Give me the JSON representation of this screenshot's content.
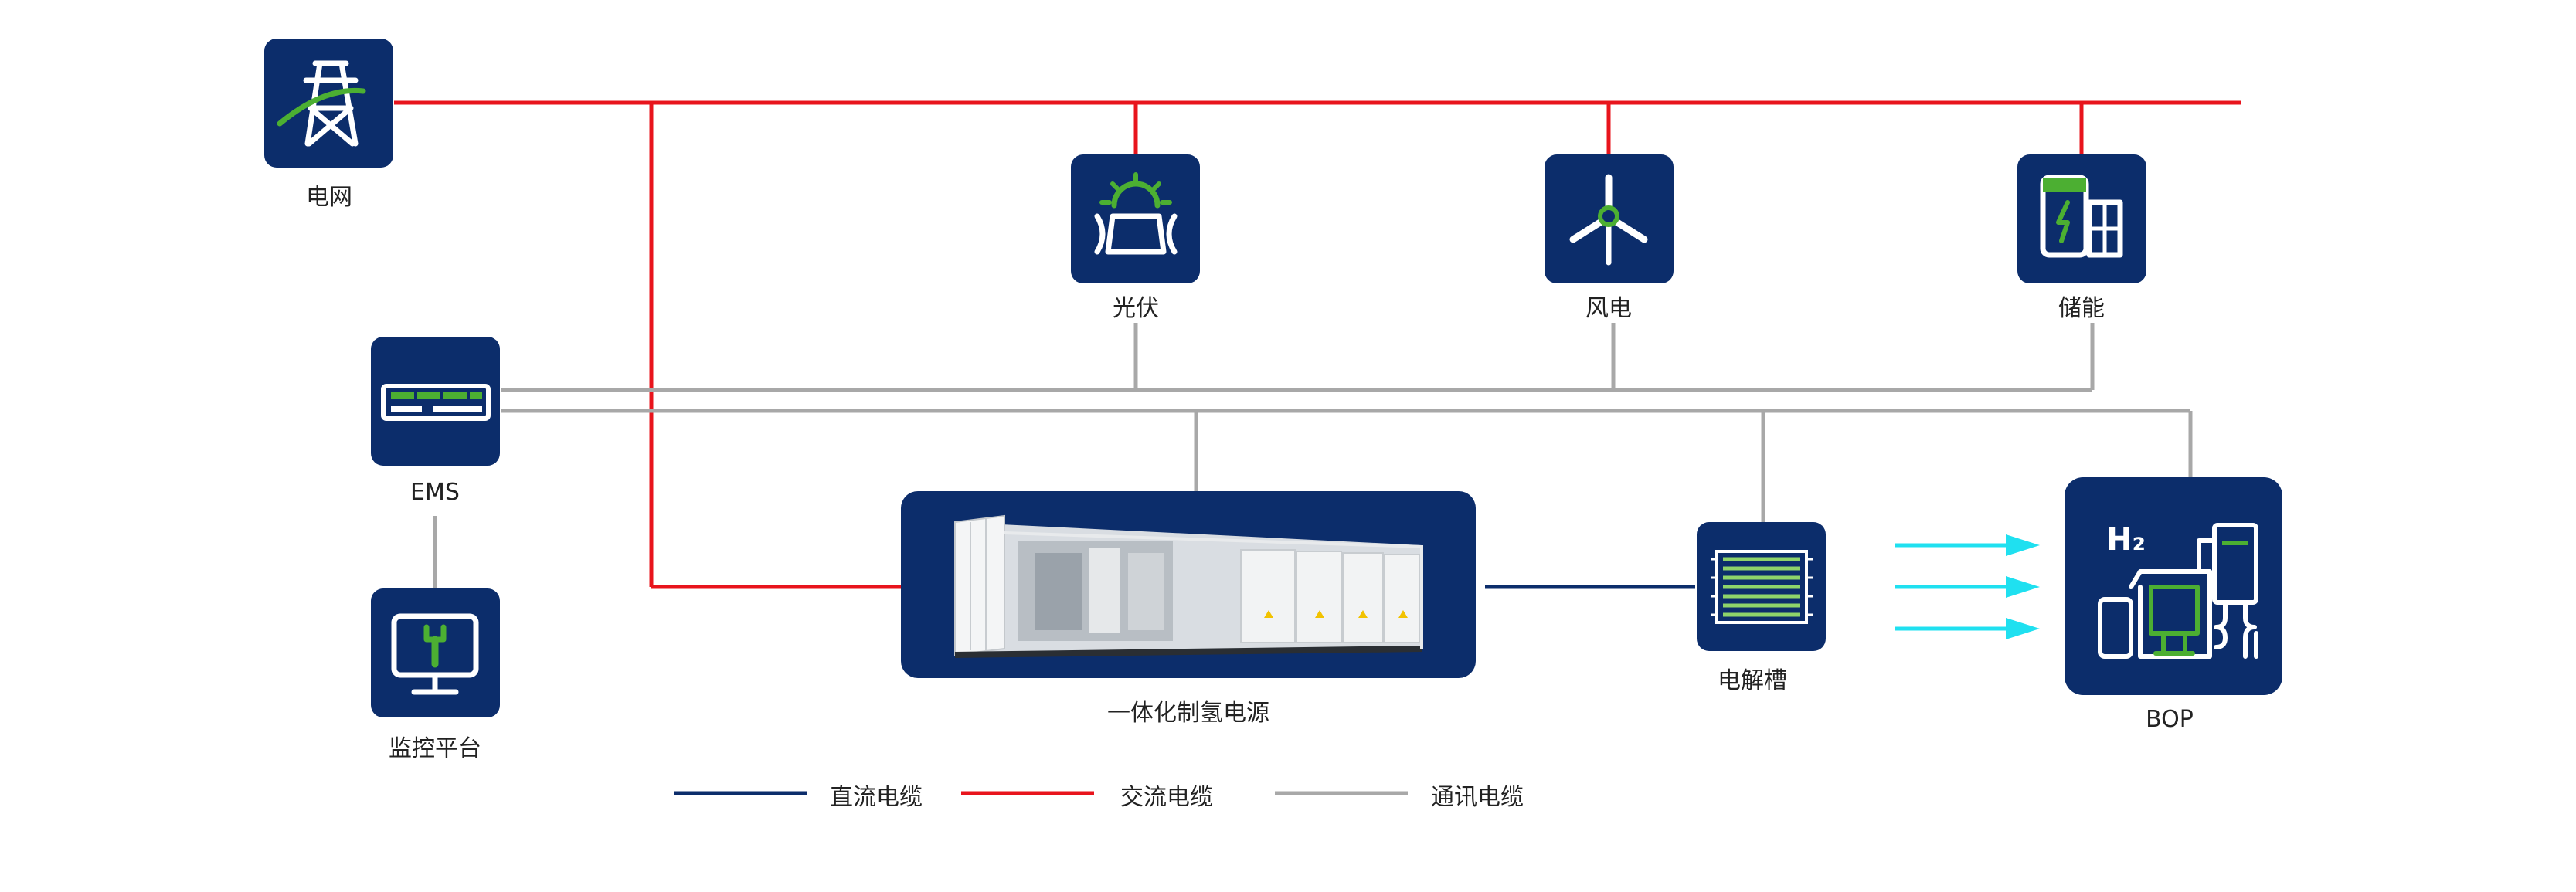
{
  "colors": {
    "navy": "#0c2d6b",
    "ac_red": "#e8141c",
    "comm_gray": "#a8a8a8",
    "dc_navy": "#0c2d6b",
    "accent_green": "#4caf32",
    "flow_cyan": "#1fe0f0"
  },
  "nodes": {
    "grid": {
      "label": "电网",
      "icon": "transmission-tower-icon"
    },
    "pv": {
      "label": "光伏",
      "icon": "solar-panel-icon"
    },
    "wind": {
      "label": "风电",
      "icon": "wind-turbine-icon"
    },
    "storage": {
      "label": "储能",
      "icon": "battery-storage-icon"
    },
    "ems": {
      "label": "EMS",
      "icon": "ems-rack-icon"
    },
    "monitor": {
      "label": "监控平台",
      "icon": "monitor-wrench-icon"
    },
    "power_supply": {
      "label": "一体化制氢电源",
      "icon": "container-equipment-icon"
    },
    "electrolyzer": {
      "label": "电解槽",
      "icon": "electrolyzer-stack-icon"
    },
    "bop": {
      "label": "BOP",
      "icon": "bop-plant-icon",
      "h2_label": "H₂"
    }
  },
  "legend": [
    {
      "label": "直流电缆",
      "color": "#0c2d6b"
    },
    {
      "label": "交流电缆",
      "color": "#e8141c"
    },
    {
      "label": "通讯电缆",
      "color": "#a8a8a8"
    }
  ]
}
